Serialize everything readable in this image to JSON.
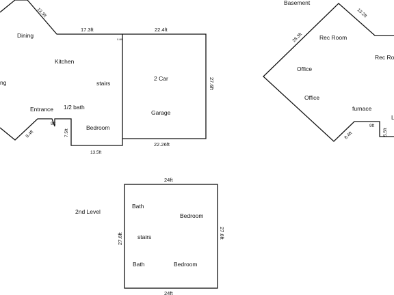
{
  "main_floor": {
    "rooms": {
      "dining": "Dining",
      "kitchen": "Kitchen",
      "living_partial": "ng",
      "stairs": "stairs",
      "entrance": "Entrance",
      "half_bath": "1/2 bath",
      "bedroom": "Bedroom",
      "garage_line1": "2 Car",
      "garage_line2": "Garage"
    },
    "dimensions": {
      "top_left_angle": "13.3ft",
      "kitchen_top": "17.3ft",
      "garage_top": "22.4ft",
      "garage_right": "27.6ft",
      "garage_bottom": "22.26ft",
      "bedroom_bottom": "13.5ft",
      "entrance_top": "9ft",
      "entrance_side": "7.5ft",
      "bottom_left_angle": "8.4ft",
      "small_note": "0.8ft"
    }
  },
  "basement": {
    "title": "Basement",
    "rooms": {
      "rec_room_left": "Rec Room",
      "rec_room_right": "Rec Ro",
      "office_upper": "Office",
      "office_lower": "Office",
      "furnace": "furnace",
      "cut_letter": "L"
    },
    "dimensions": {
      "left_angle": "28.3ft",
      "top_angle": "13.2ft",
      "bottom_step": "9ft",
      "bottom_angle": "8.4ft",
      "right_side": "5.5ft"
    }
  },
  "second_level": {
    "title": "2nd Level",
    "rooms": {
      "bath_top": "Bath",
      "bedroom_top": "Bedroom",
      "stairs": "stairs",
      "bath_bottom": "Bath",
      "bedroom_bottom": "Bedroom"
    },
    "dimensions": {
      "top": "24ft",
      "bottom": "24ft",
      "left": "27.6ft",
      "right": "27.6ft"
    }
  }
}
